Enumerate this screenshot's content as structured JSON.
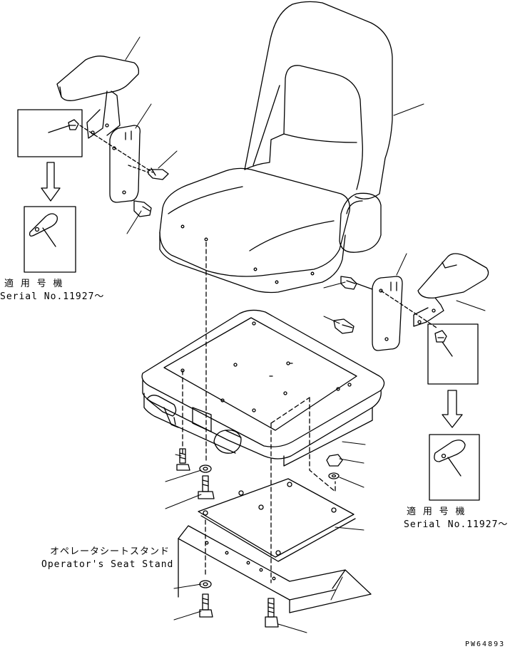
{
  "note_left": {
    "applicable_jp": "適 用 号 機",
    "serial": "Serial No.11927～"
  },
  "note_right": {
    "applicable_jp": "適 用 号 機",
    "serial": "Serial No.11927～"
  },
  "seat_stand": {
    "jp": "オペレータシートスタンド",
    "en": "Operator's Seat Stand"
  },
  "figure_code": "PW64893"
}
